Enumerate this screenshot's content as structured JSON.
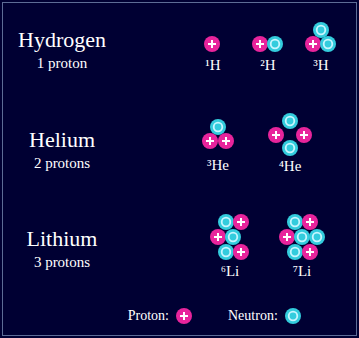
{
  "diagram": {
    "labels": [
      "Hydrogen",
      "1 proton",
      "¹H",
      "²H",
      "³H",
      "Helium",
      "2 protons",
      "³He",
      "⁴He",
      "Lithium",
      "3 protons",
      "⁶Li",
      "⁷Li"
    ],
    "legend": [
      {
        "text": "Proton:",
        "color": "#e8249c"
      },
      {
        "text": "Neutron:",
        "color": "#33ccdd"
      }
    ]
  }
}
